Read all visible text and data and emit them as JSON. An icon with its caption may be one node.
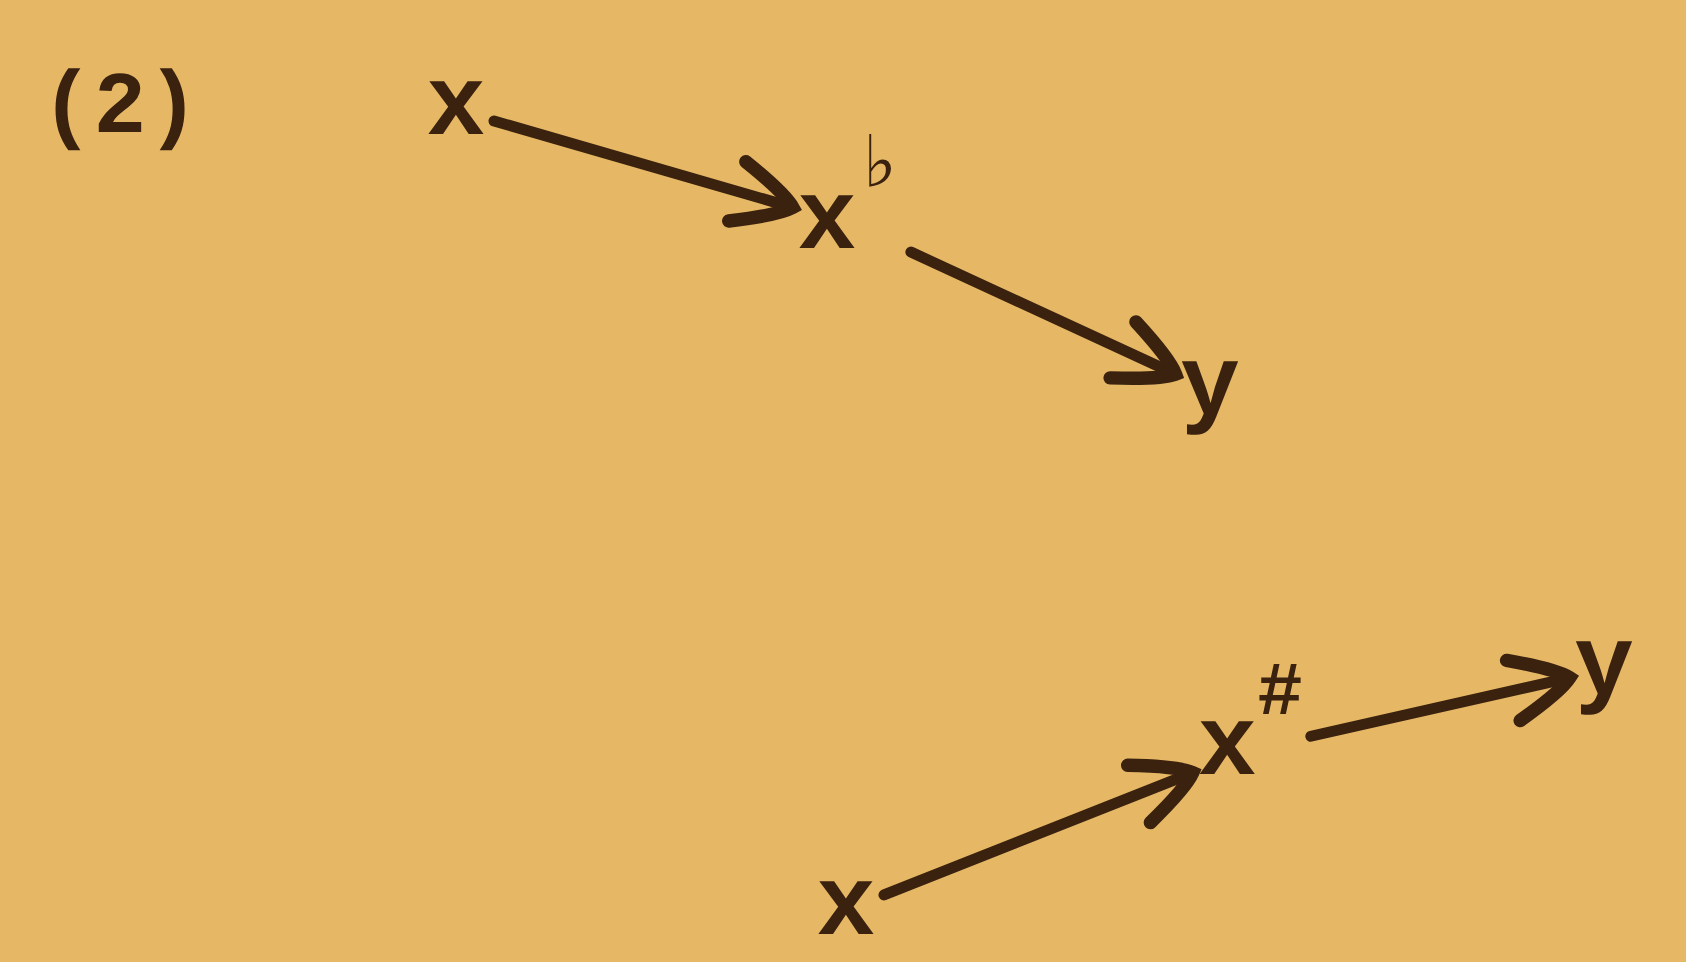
{
  "diagram": {
    "nodes": [
      {
        "text": [
          "x"
        ]
      },
      {
        "text": [
          "x$^{♭}$"
        ]
      },
      {
        "text": [
          "y"
        ]
      },
      {
        "text": [
          "x"
        ]
      },
      {
        "text": [
          "x$^{#}$"
        ]
      },
      {
        "text": [
          "y"
        ]
      }
    ],
    "edges": [
      {
        "from": 0,
        "to": 1,
        "arrow": "to"
      },
      {
        "from": 1,
        "to": 2,
        "arrow": "to"
      },
      {
        "from": 3,
        "to": 4,
        "arrow": "to"
      },
      {
        "from": 4,
        "to": 5,
        "arrow": "to"
      }
    ],
    "labels": [
      "(2)"
    ]
  }
}
